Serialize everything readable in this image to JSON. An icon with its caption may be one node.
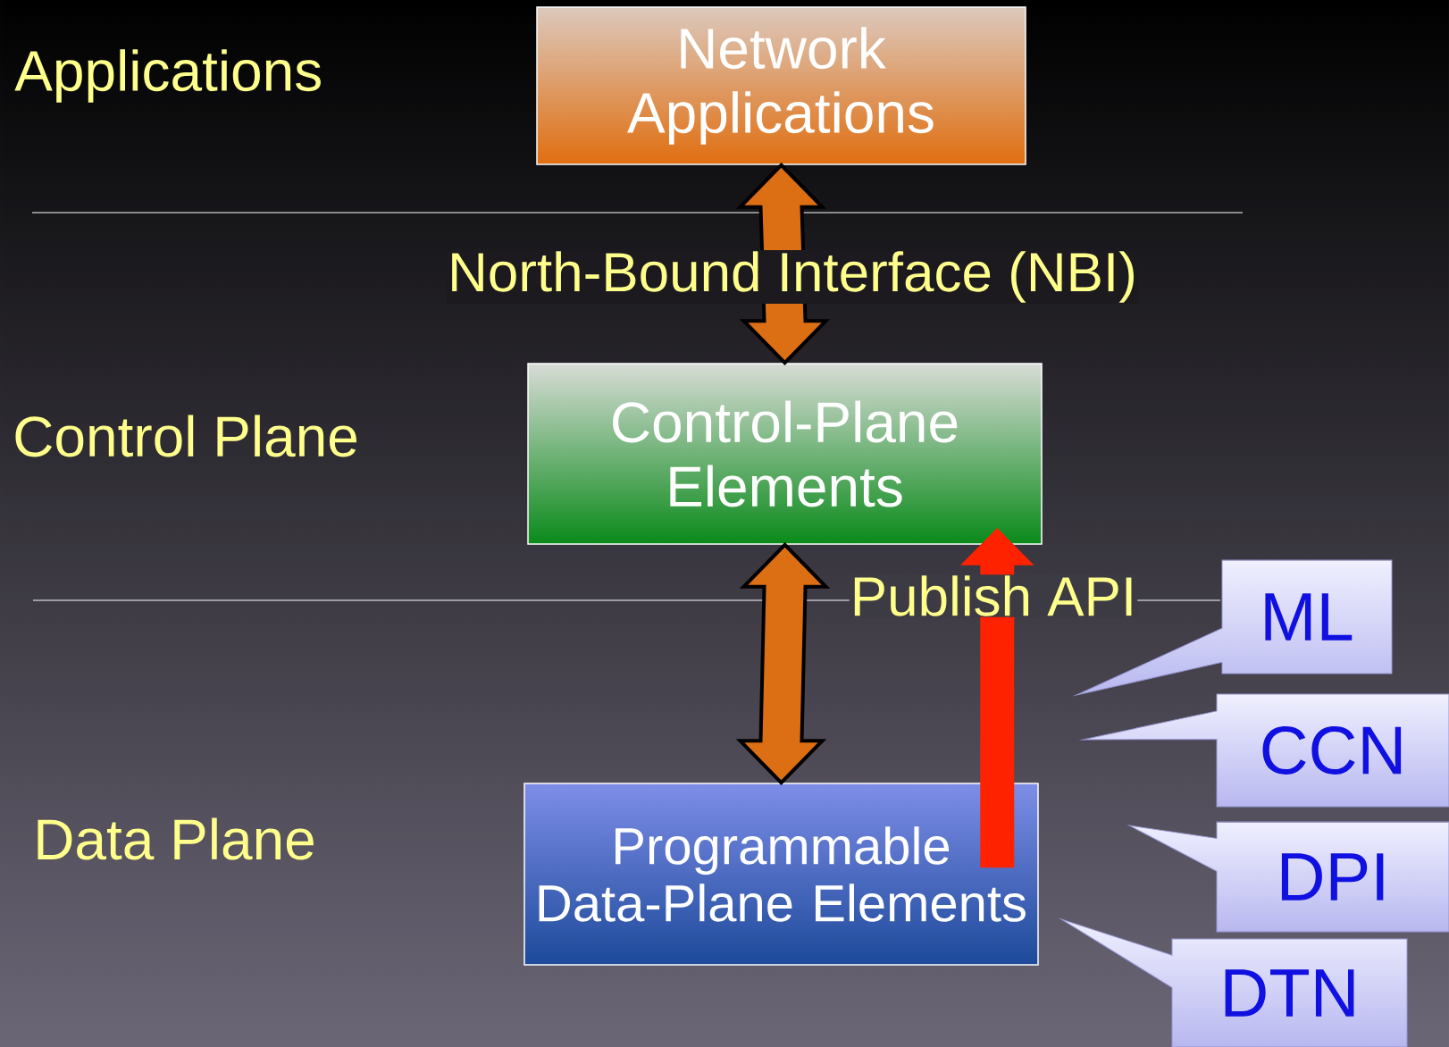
{
  "diagram": {
    "nodes": [
      {
        "text": [
          "Network Applications"
        ]
      },
      {
        "text": [
          "Control-Plane Elements"
        ]
      },
      {
        "text": [
          "Programmable Data-Plane Elements"
        ]
      },
      {
        "text": [
          "ML"
        ]
      },
      {
        "text": [
          "CCN"
        ]
      },
      {
        "text": [
          "DPI"
        ]
      },
      {
        "text": [
          "DTN"
        ]
      }
    ],
    "edges": [
      {
        "from": 0,
        "to": 1,
        "arrow": "both",
        "style": "thick",
        "label": "North-Bound Interface (NBI)"
      },
      {
        "from": 1,
        "to": 2,
        "arrow": "both",
        "style": "thick"
      },
      {
        "from": 2,
        "to": 1,
        "arrow": "to",
        "color": "#ff2200",
        "label": "Publish API"
      }
    ],
    "labels": [
      "Applications",
      "Control Plane",
      "Data Plane"
    ]
  }
}
